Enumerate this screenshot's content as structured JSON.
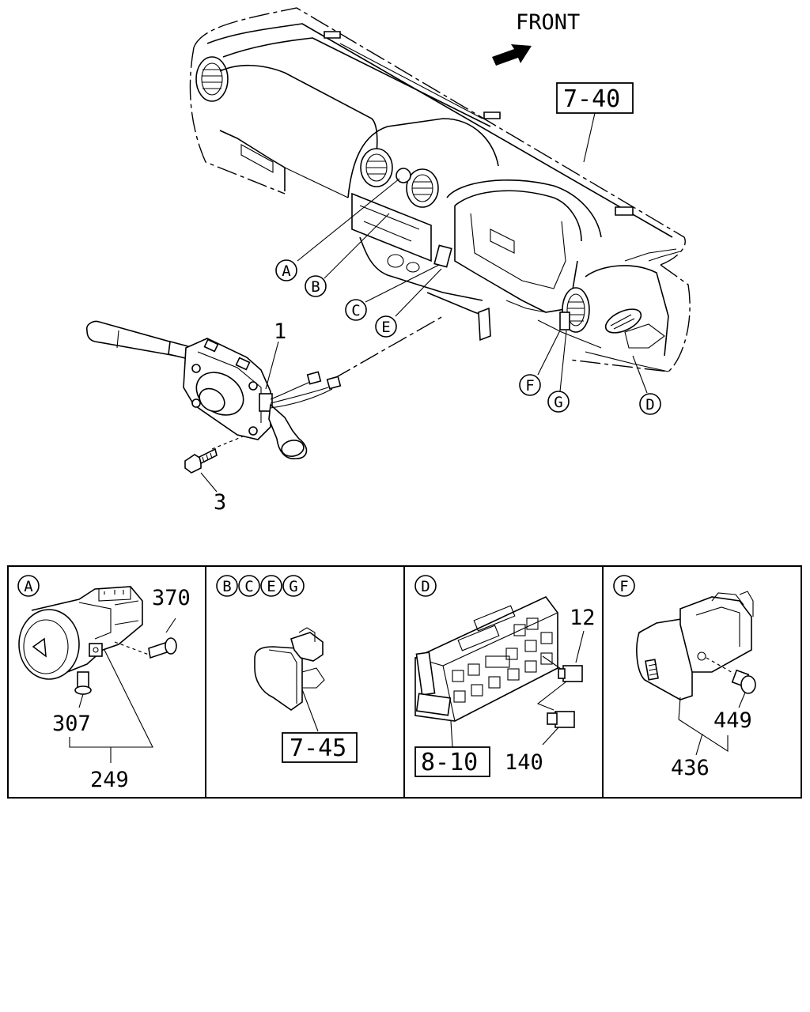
{
  "header": {
    "direction_label": "FRONT"
  },
  "main_refs": {
    "dashboard_ref": "7-40",
    "part_1": "1",
    "part_3": "3"
  },
  "locator_letters": [
    "A",
    "B",
    "C",
    "E",
    "F",
    "G",
    "D"
  ],
  "panels": [
    {
      "id": "A",
      "letters": [
        "A"
      ],
      "parts": [
        "370",
        "307",
        "249"
      ]
    },
    {
      "id": "BCEG",
      "letters": [
        "B",
        "C",
        "E",
        "G"
      ],
      "ref": "7-45"
    },
    {
      "id": "D",
      "letters": [
        "D"
      ],
      "parts": [
        "12",
        "140"
      ],
      "ref": "8-10"
    },
    {
      "id": "F",
      "letters": [
        "F"
      ],
      "parts": [
        "449",
        "436"
      ]
    }
  ]
}
